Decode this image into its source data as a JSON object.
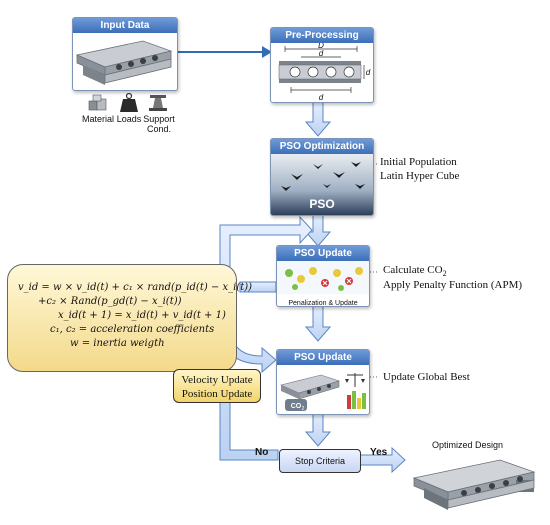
{
  "input_data": {
    "title": "Input Data",
    "icons": [
      {
        "name": "material",
        "label": "Material"
      },
      {
        "name": "loads",
        "label": "Loads"
      },
      {
        "name": "support",
        "label_line1": "Support",
        "label_line2": "Cond."
      }
    ]
  },
  "preprocessing": {
    "title": "Pre-Processing",
    "dims": {
      "D": "D",
      "d_top": "d",
      "d_side": "d",
      "d_bottom": "d"
    }
  },
  "pso_optimization": {
    "title": "PSO Optimization",
    "image_text": "PSO",
    "note_line1": "Initial Population",
    "note_line2": "Latin Hyper Cube"
  },
  "pso_update_1": {
    "title": "PSO Update",
    "footer": "Penalization & Update",
    "note_line1_prefix": "Calculate CO",
    "note_line1_sub": "2",
    "note_line2": "Apply Penalty Function (APM)"
  },
  "pso_update_2": {
    "title": "PSO Update",
    "co2_badge": "CO",
    "co2_sub": "2",
    "note": "Update Global Best"
  },
  "equations": {
    "line1": "v_id = w × v_id(t) + c₁ × rand(p_id(t) − x_i(t))",
    "line2": "+c₂ × Rand(p_gd(t) − x_i(t))",
    "line3": "x_id(t + 1) = x_id(t) + v_id(t + 1)",
    "line4": "c₁, c₂ = acceleration coefficients",
    "line5": "w = inertia weigth"
  },
  "velocity_box": {
    "line1": "Velocity Update",
    "line2": "Position Update"
  },
  "stop_criteria": {
    "label": "Stop Criteria",
    "no": "No",
    "yes": "Yes"
  },
  "optimized_design": {
    "title": "Optimized Design"
  },
  "colors": {
    "arrow_fill": "#cfe0f7",
    "arrow_stroke": "#5a86c4",
    "header_blue": "#3c6fb8",
    "yellow": "#f3d46a"
  }
}
